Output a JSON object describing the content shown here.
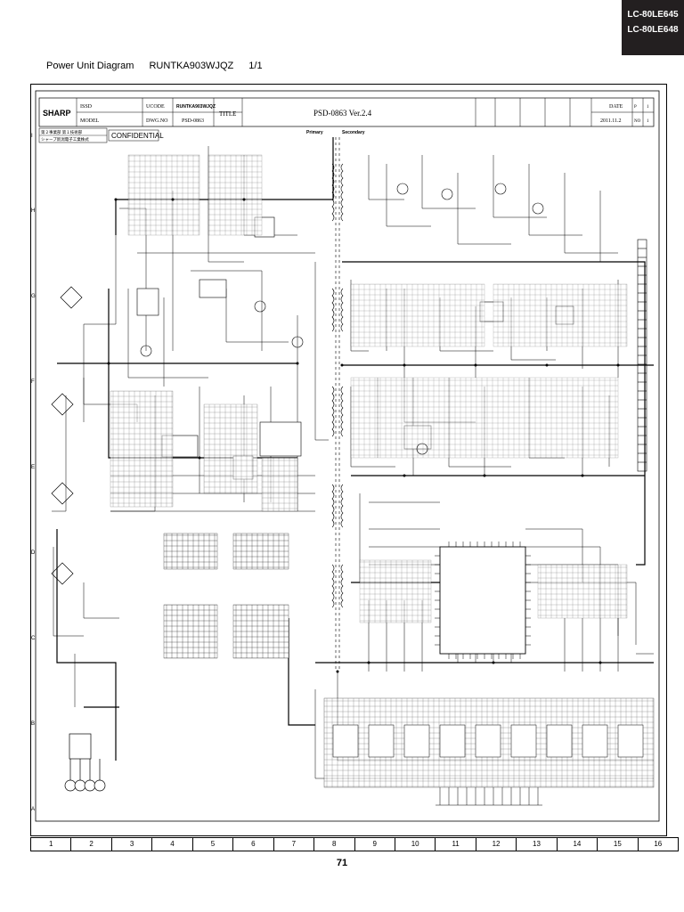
{
  "models": [
    "LC-80LE645",
    "LC-80LE648"
  ],
  "header": {
    "title": "Power Unit  Diagram",
    "code": "RUNTKA903WJQZ",
    "page_of": "1/1"
  },
  "titleblock": {
    "brand": "SHARP",
    "issd_label": "ISSD",
    "ucode_label": "UCODE",
    "ucode_value": "RUNTKA903WJQZ",
    "model_label": "MODEL",
    "dwgno_label": "DWG.NO",
    "dwgno_value": "PSD-0863",
    "title_label": "TITLE",
    "title_value": "PSD-0863 Ver.2.4",
    "dept1": "第２事業部 第１技術部",
    "dept2": "シャープ新潟電子工業株式",
    "confidential": "CONFIDENTIAL",
    "date_label": "DATE",
    "date_value": "2011.11.2",
    "no_label": "NO",
    "p_label": "P",
    "p_value": "1",
    "no_value": "1"
  },
  "diagram": {
    "primary_label": "Primary",
    "secondary_label": "Secondary",
    "row_letters": [
      "I",
      "H",
      "G",
      "F",
      "E",
      "D",
      "C",
      "B",
      "A"
    ],
    "col_numbers": [
      "1",
      "2",
      "3",
      "4",
      "5",
      "6",
      "7",
      "8",
      "9",
      "10",
      "11",
      "12",
      "13",
      "14",
      "15",
      "16"
    ]
  },
  "page_number": "71",
  "colors": {
    "ink": "#000000",
    "model_box": "#231f20"
  }
}
